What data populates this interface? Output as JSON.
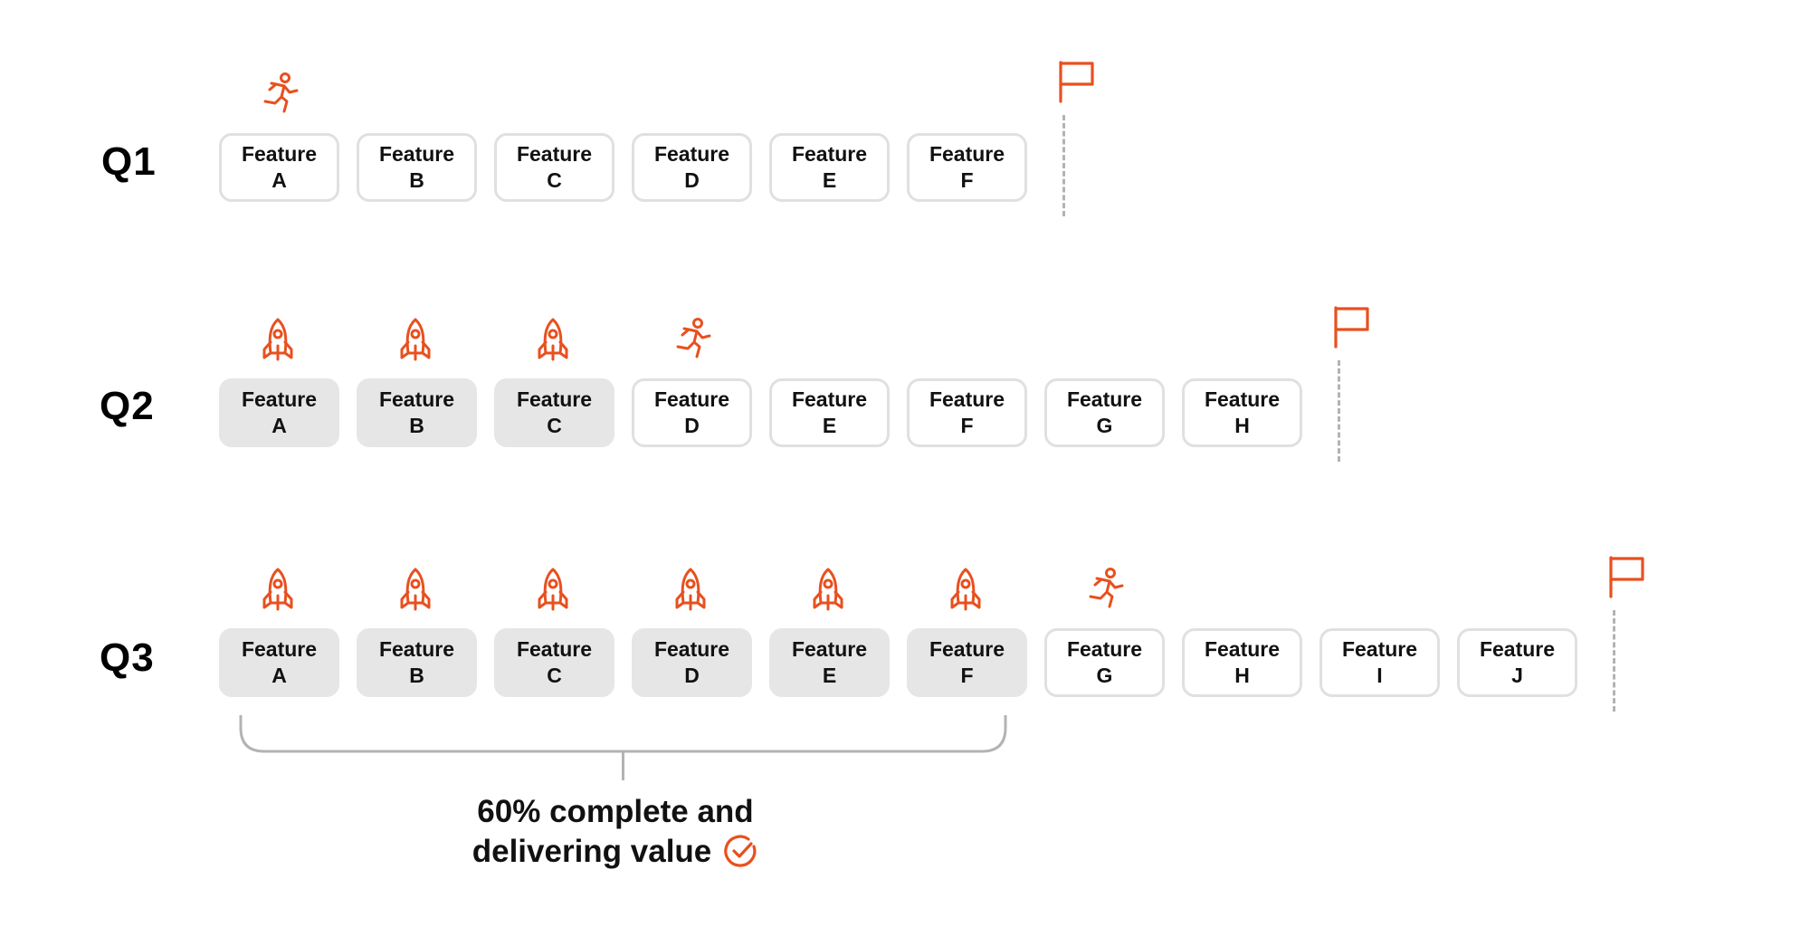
{
  "accent_color": "#e8501f",
  "done_fill": "#e6e6e6",
  "rows": [
    {
      "label": "Q1",
      "features": [
        {
          "title": "Feature",
          "letter": "A",
          "status": "todo",
          "icon": "runner-icon"
        },
        {
          "title": "Feature",
          "letter": "B",
          "status": "todo",
          "icon": ""
        },
        {
          "title": "Feature",
          "letter": "C",
          "status": "todo",
          "icon": ""
        },
        {
          "title": "Feature",
          "letter": "D",
          "status": "todo",
          "icon": ""
        },
        {
          "title": "Feature",
          "letter": "E",
          "status": "todo",
          "icon": ""
        },
        {
          "title": "Feature",
          "letter": "F",
          "status": "todo",
          "icon": ""
        }
      ],
      "goal_icon": "flag-icon"
    },
    {
      "label": "Q2",
      "features": [
        {
          "title": "Feature",
          "letter": "A",
          "status": "done",
          "icon": "rocket-icon"
        },
        {
          "title": "Feature",
          "letter": "B",
          "status": "done",
          "icon": "rocket-icon"
        },
        {
          "title": "Feature",
          "letter": "C",
          "status": "done",
          "icon": "rocket-icon"
        },
        {
          "title": "Feature",
          "letter": "D",
          "status": "todo",
          "icon": "runner-icon"
        },
        {
          "title": "Feature",
          "letter": "E",
          "status": "todo",
          "icon": ""
        },
        {
          "title": "Feature",
          "letter": "F",
          "status": "todo",
          "icon": ""
        },
        {
          "title": "Feature",
          "letter": "G",
          "status": "todo",
          "icon": ""
        },
        {
          "title": "Feature",
          "letter": "H",
          "status": "todo",
          "icon": ""
        }
      ],
      "goal_icon": "flag-icon"
    },
    {
      "label": "Q3",
      "features": [
        {
          "title": "Feature",
          "letter": "A",
          "status": "done",
          "icon": "rocket-icon"
        },
        {
          "title": "Feature",
          "letter": "B",
          "status": "done",
          "icon": "rocket-icon"
        },
        {
          "title": "Feature",
          "letter": "C",
          "status": "done",
          "icon": "rocket-icon"
        },
        {
          "title": "Feature",
          "letter": "D",
          "status": "done",
          "icon": "rocket-icon"
        },
        {
          "title": "Feature",
          "letter": "E",
          "status": "done",
          "icon": "rocket-icon"
        },
        {
          "title": "Feature",
          "letter": "F",
          "status": "done",
          "icon": "rocket-icon"
        },
        {
          "title": "Feature",
          "letter": "G",
          "status": "todo",
          "icon": "runner-icon"
        },
        {
          "title": "Feature",
          "letter": "H",
          "status": "todo",
          "icon": ""
        },
        {
          "title": "Feature",
          "letter": "I",
          "status": "todo",
          "icon": ""
        },
        {
          "title": "Feature",
          "letter": "J",
          "status": "todo",
          "icon": ""
        }
      ],
      "goal_icon": "flag-icon"
    }
  ],
  "summary": {
    "line1": "60% complete and",
    "line2": "delivering value",
    "icon": "check-circle-icon",
    "complete_fraction": 0.6
  }
}
